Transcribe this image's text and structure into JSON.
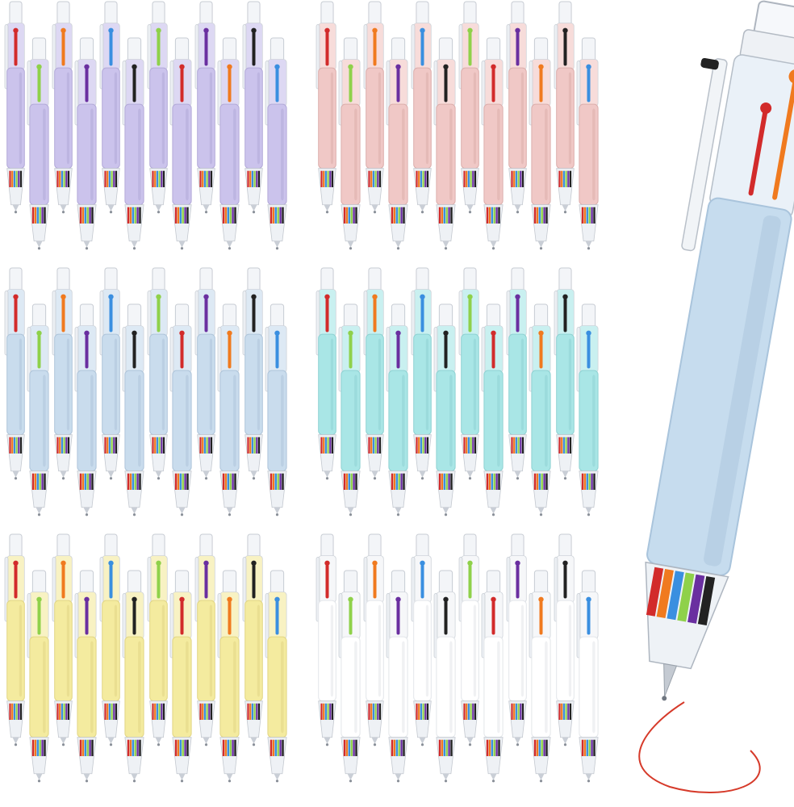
{
  "scene": {
    "groups": [
      {
        "name": "lavender",
        "body": "#cbc3ec",
        "shade": "#b3aad9",
        "light": "#ddd8f3"
      },
      {
        "name": "pink",
        "body": "#f0c8c6",
        "shade": "#dcaeac",
        "light": "#f7dcda"
      },
      {
        "name": "blue",
        "body": "#c9dced",
        "shade": "#afc5da",
        "light": "#dde9f4"
      },
      {
        "name": "aqua",
        "body": "#a9e6e6",
        "shade": "#8fd2d3",
        "light": "#c9f0f0"
      },
      {
        "name": "yellow",
        "body": "#f4eb9f",
        "shade": "#e2d685",
        "light": "#f8f2c3"
      },
      {
        "name": "white",
        "body": "#ffffff",
        "shade": "#e3e6ea",
        "light": "#f6f7f9"
      }
    ],
    "ink_colors": [
      "#d22b2b",
      "#f07a1f",
      "#3a8fe0",
      "#8fd14a",
      "#6a2fa0",
      "#222222"
    ],
    "pens_per_group": 12,
    "feature_pen": {
      "body": "#c6dcee",
      "shade": "#a9c4dc",
      "ink_line": "#d63a2a"
    }
  }
}
